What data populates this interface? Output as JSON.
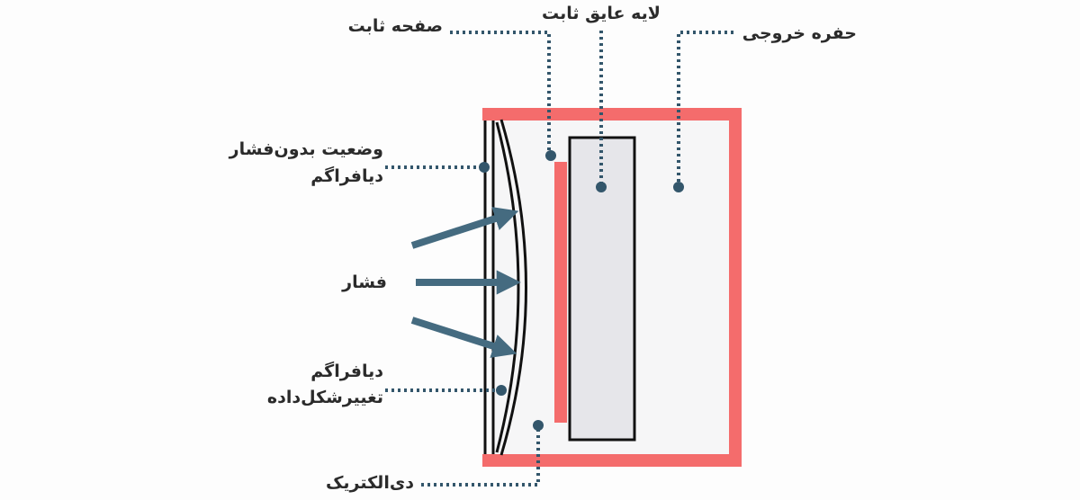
{
  "labels": {
    "fixed_plate": "صفحه ثابت",
    "fixed_insulating_layer": "لایه عایق ثابت",
    "outlet_hole": "حفره خروجی",
    "diaphragm_unpressured_line1": "وضعیت بدون‌فشار",
    "diaphragm_unpressured_line2": "دیافراگم",
    "pressure": "فشار",
    "diaphragm_deformed_line1": "دیافراگم",
    "diaphragm_deformed_line2": "تغییرشکل‌داده",
    "dielectric": "دی‌الکتریک"
  },
  "colors": {
    "housing": "#f46c6c",
    "insulator_fill": "#e6e6ea",
    "arrow": "#456b80",
    "leader": "#33566b",
    "outline": "#111111",
    "text": "#2b2b2b"
  }
}
